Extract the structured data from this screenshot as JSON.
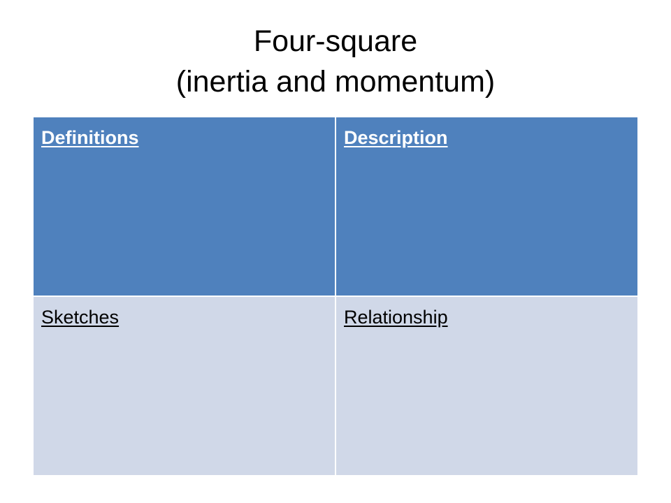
{
  "slide": {
    "title_line1": "Four-square",
    "title_line2": "(inertia and momentum)"
  },
  "four_square": {
    "top_left": "Definitions",
    "top_right": "Description",
    "bottom_left": "Sketches",
    "bottom_right": "Relationship"
  },
  "colors": {
    "header_fill": "#4f81bd",
    "body_fill": "#d0d8e8"
  }
}
